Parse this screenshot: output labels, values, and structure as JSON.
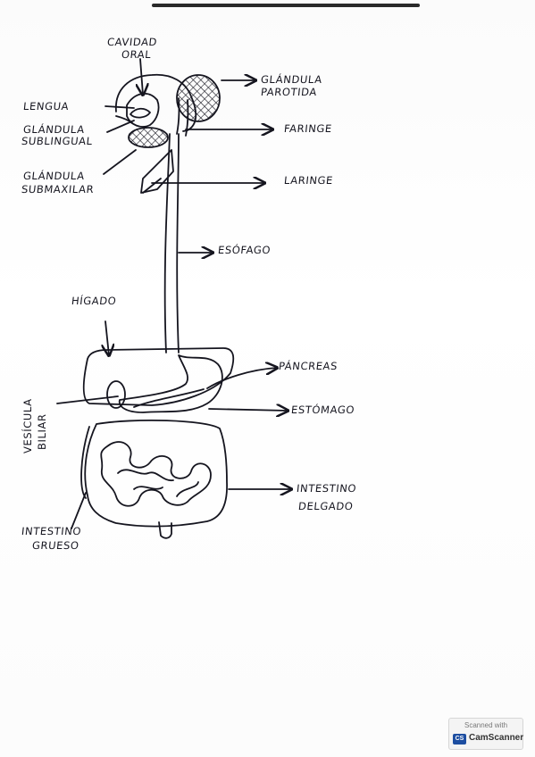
{
  "diagram": {
    "labels": {
      "cavidad_oral_1": "CAVIDAD",
      "cavidad_oral_2": "ORAL",
      "glandula_parotida_1": "GLÁNDULA",
      "glandula_parotida_2": "PAROTIDA",
      "lengua": "LENGUA",
      "glandula_sublingual_1": "GLÁNDULA",
      "glandula_sublingual_2": "SUBLINGUAL",
      "faringe": "FARINGE",
      "glandula_submaxilar_1": "GLÁNDULA",
      "glandula_submaxilar_2": "SUBMAXILAR",
      "laringe": "LARINGE",
      "esofago": "ESÓFAGO",
      "higado": "HÍGADO",
      "pancreas": "PÁNCREAS",
      "vesicula_1": "VESÍCULA",
      "vesicula_2": "BILIAR",
      "estomago": "ESTÓMAGO",
      "intestino_delgado_1": "INTESTINO",
      "intestino_delgado_2": "DELGADO",
      "intestino_grueso_1": "INTESTINO",
      "intestino_grueso_2": "GRUESO"
    }
  },
  "watermark": {
    "line1": "Scanned with",
    "logo": "CS",
    "line2": "CamScanner"
  },
  "colors": {
    "ink": "#15151f",
    "paper": "#ffffff",
    "badge_logo": "#1d4ea1"
  }
}
